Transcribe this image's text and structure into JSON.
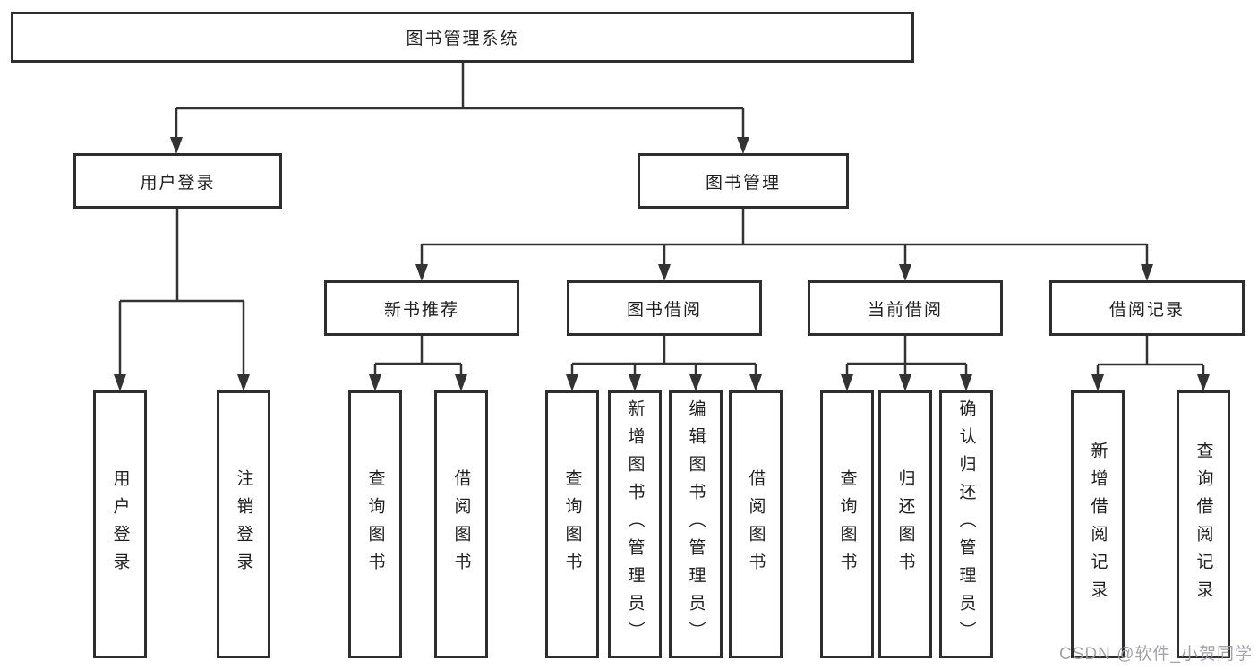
{
  "diagram": {
    "type": "hierarchy-tree",
    "root": "图书管理系统",
    "children": [
      {
        "label": "用户登录",
        "children": [
          {
            "label": "用户登录"
          },
          {
            "label": "注销登录"
          }
        ]
      },
      {
        "label": "图书管理",
        "children": [
          {
            "label": "新书推荐",
            "children": [
              {
                "label": "查询图书"
              },
              {
                "label": "借阅图书"
              }
            ]
          },
          {
            "label": "图书借阅",
            "children": [
              {
                "label": "查询图书"
              },
              {
                "label": "新增图书（管理员）"
              },
              {
                "label": "编辑图书（管理员）"
              },
              {
                "label": "借阅图书"
              }
            ]
          },
          {
            "label": "当前借阅",
            "children": [
              {
                "label": "查询图书"
              },
              {
                "label": "归还图书"
              },
              {
                "label": "确认归还（管理员）"
              }
            ]
          },
          {
            "label": "借阅记录",
            "children": [
              {
                "label": "新增借阅记录"
              },
              {
                "label": "查询借阅记录"
              }
            ]
          }
        ]
      }
    ]
  },
  "watermark": {
    "text": "CSDN @软件_小贺同学",
    "color": "#9b9ba1"
  },
  "colors": {
    "background": "#ffffff",
    "box_border": "#2e2e2e",
    "box_fill": "#ffffff",
    "line": "#333333",
    "text": "#1f1f1f"
  }
}
